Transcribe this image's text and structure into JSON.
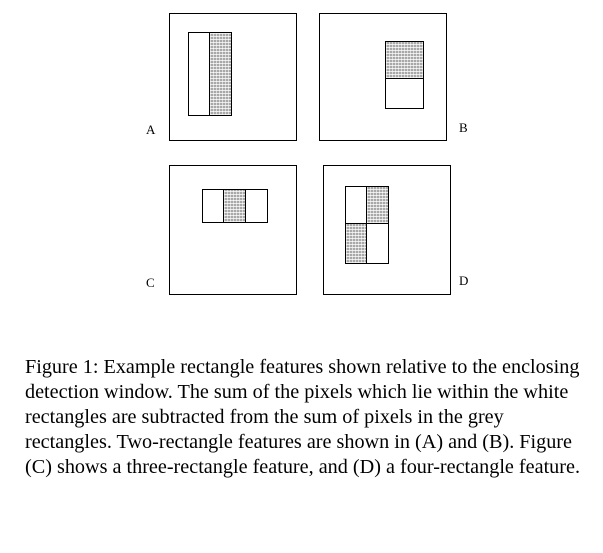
{
  "figure": {
    "panels": [
      {
        "id": "A",
        "label": "A",
        "kind": "two-rectangle, vertical split (white | grey)"
      },
      {
        "id": "B",
        "label": "B",
        "kind": "two-rectangle, horizontal split (grey over white)"
      },
      {
        "id": "C",
        "label": "C",
        "kind": "three-rectangle (white | grey | white)"
      },
      {
        "id": "D",
        "label": "D",
        "kind": "four-rectangle checkerboard"
      }
    ],
    "colors": {
      "grey_rect": "#a8a8a8",
      "white_rect": "#ffffff",
      "border": "#000000"
    }
  },
  "caption": {
    "text": "Figure 1: Example rectangle features shown relative to the enclosing detection window. The sum of the pixels which lie within the white rectangles are subtracted from the sum of pixels in the grey rectangles. Two-rectangle features are shown in (A) and (B). Figure (C) shows a three-rectangle feature, and (D) a four-rectangle feature."
  }
}
